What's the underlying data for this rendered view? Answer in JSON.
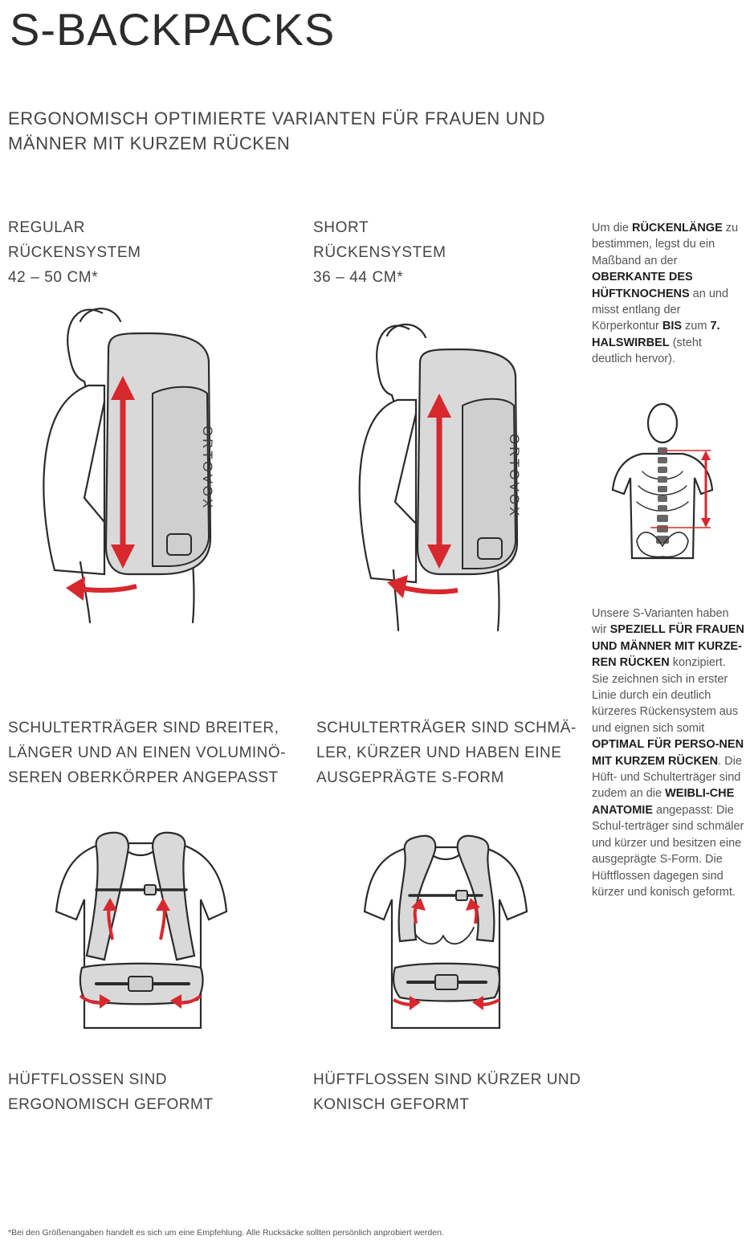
{
  "title": "S-BACKPACKS",
  "subtitle": {
    "line1": "ERGONOMISCH OPTIMIERTE VARIANTEN FÜR FRAUEN UND",
    "line2": "MÄNNER MIT KURZEM RÜCKEN"
  },
  "columns": [
    {
      "name": "REGULAR",
      "system": "RÜCKENSYSTEM",
      "range": "42 – 50 CM*",
      "shoulder_caption": [
        "SCHULTERTRÄGER SIND BREITER,",
        "LÄNGER UND AN EINEN VOLUMINÖ-",
        "SEREN OBERKÖRPER ANGEPASST"
      ],
      "hip_caption": [
        "HÜFTFLOSSEN SIND",
        "ERGONOMISCH GEFORMT"
      ]
    },
    {
      "name": "SHORT",
      "system": "RÜCKENSYSTEM",
      "range": "36 – 44 CM*",
      "shoulder_caption": [
        "SCHULTERTRÄGER SIND SCHMÄ-",
        "LER, KÜRZER UND HABEN EINE",
        "AUSGEPRÄGTE S-FORM"
      ],
      "hip_caption": [
        "HÜFTFLOSSEN SIND KÜRZER UND",
        "KONISCH GEFORMT"
      ]
    }
  ],
  "brand": "ORTOVOX",
  "measure_note": {
    "t1": "Um die ",
    "b1": "RÜCKENLÄNGE",
    "t2": " zu bestimmen, legst du ein Maßband an der ",
    "b2": "OBERKANTE DES HÜFTKNOCHENS",
    "t3": " an und misst entlang der Körperkontur ",
    "b3": "BIS",
    "t4": " zum ",
    "b4": "7. HALSWIRBEL",
    "t5": " (steht deutlich hervor)."
  },
  "variant_note": {
    "t1": "Unsere S-Varianten haben wir ",
    "b1": "SPEZIELL FÜR FRAUEN UND MÄNNER MIT KURZE-REN RÜCKEN",
    "t2": " konzipiert. Sie zeichnen sich in erster Linie durch ein deutlich kürzeres Rückensystem aus und eignen sich somit ",
    "b2": "OPTIMAL FÜR PERSO-NEN MIT KURZEM RÜCKEN",
    "t3": ". Die Hüft- und Schulterträger sind zudem an die ",
    "b3": "WEIBLI-CHE ANATOMIE",
    "t4": " angepasst: Die Schul-terträger sind schmäler und kürzer und besitzen eine ausgeprägte S-Form. Die Hüftflossen dagegen sind kürzer und konisch geformt."
  },
  "footnote": "*Bei den Größenangaben handelt es sich um eine Empfehlung. Alle Rucksäcke sollten persönlich anprobiert werden.",
  "colors": {
    "accent": "#d7282e",
    "text": "#3a3a3a",
    "pack": "#d9d9d9"
  }
}
